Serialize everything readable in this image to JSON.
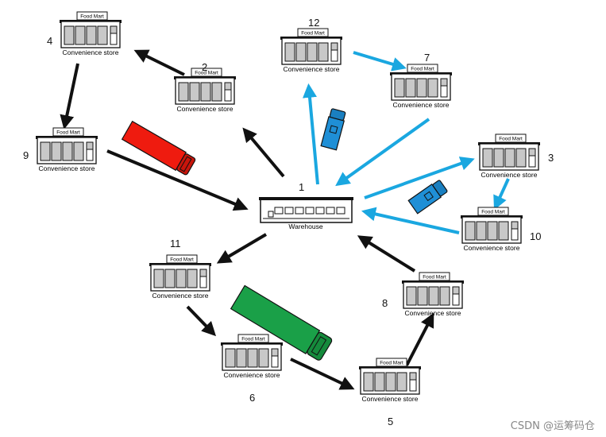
{
  "warehouse": {
    "id": "1",
    "label": "Warehouse"
  },
  "store_sign": "Food Mart",
  "store_caption": "Convenience store",
  "stores": [
    {
      "id": "2"
    },
    {
      "id": "3"
    },
    {
      "id": "4"
    },
    {
      "id": "5"
    },
    {
      "id": "6"
    },
    {
      "id": "7"
    },
    {
      "id": "8"
    },
    {
      "id": "9"
    },
    {
      "id": "10"
    },
    {
      "id": "11"
    },
    {
      "id": "12"
    }
  ],
  "routes": [
    {
      "color": "#111111",
      "truck_color": "#e8190c",
      "sequence": [
        "1",
        "2",
        "4",
        "9",
        "1"
      ]
    },
    {
      "color": "#1aa7e0",
      "truck_color": "#1f8fd6",
      "sequence": [
        "1",
        "12",
        "7",
        "1"
      ]
    },
    {
      "color": "#1aa7e0",
      "truck_color": "#1f8fd6",
      "sequence": [
        "1",
        "3",
        "10",
        "1"
      ]
    },
    {
      "color": "#111111",
      "truck_color": "#17a34a",
      "sequence": [
        "1",
        "11",
        "6",
        "5",
        "8",
        "1"
      ]
    }
  ],
  "watermark": "CSDN @运筹码仓"
}
